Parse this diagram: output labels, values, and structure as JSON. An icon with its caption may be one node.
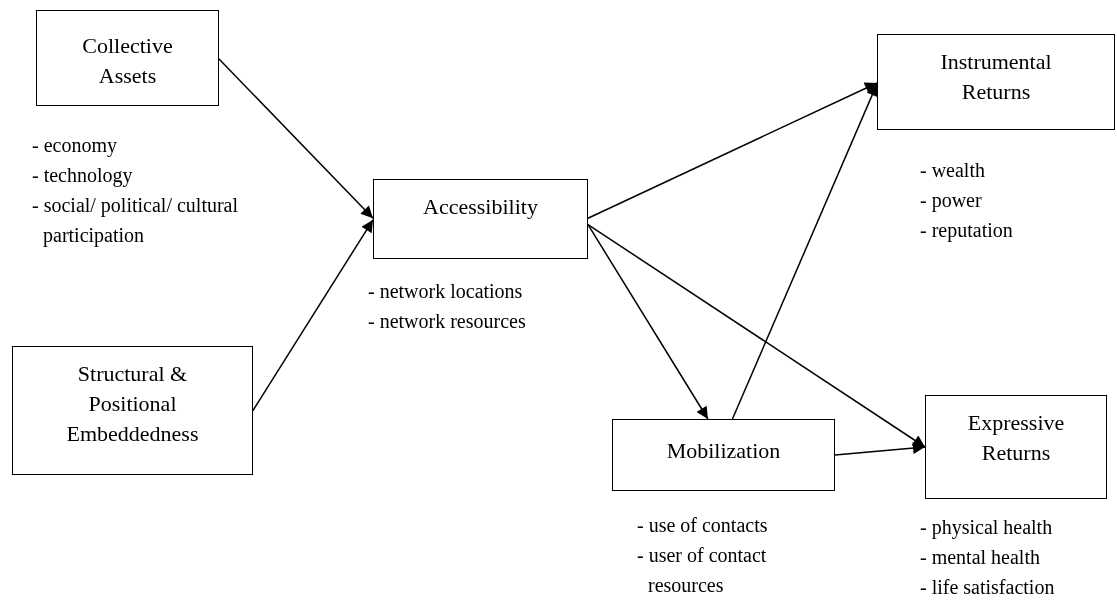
{
  "diagram": {
    "nodes": [
      {
        "text": [
          "Collective Assets"
        ],
        "beside": [
          "- economy",
          "- technology",
          "- social/ political/ cultural participation"
        ]
      },
      {
        "text": [
          "Structural & Positional Embeddedness"
        ]
      },
      {
        "text": [
          "Accessibility"
        ],
        "beside": [
          "- network locations",
          "- network resources"
        ]
      },
      {
        "text": [
          "Instrumental Returns"
        ],
        "beside": [
          "- wealth",
          "- power",
          "- reputation"
        ]
      },
      {
        "text": [
          "Mobilization"
        ],
        "beside": [
          "- use of contacts",
          "- user of contact resources"
        ]
      },
      {
        "text": [
          "Expressive Returns"
        ],
        "beside": [
          "- physical health",
          "- mental health",
          "- life satisfaction"
        ]
      }
    ],
    "edges": [
      {
        "from": 0,
        "to": 2,
        "arrow": "to"
      },
      {
        "from": 1,
        "to": 2,
        "arrow": "to"
      },
      {
        "from": 2,
        "to": 3,
        "arrow": "to"
      },
      {
        "from": 2,
        "to": 4,
        "arrow": "to"
      },
      {
        "from": 2,
        "to": 5,
        "arrow": "to"
      },
      {
        "from": 4,
        "to": 3,
        "arrow": "to"
      },
      {
        "from": 4,
        "to": 5,
        "arrow": "to"
      }
    ]
  }
}
